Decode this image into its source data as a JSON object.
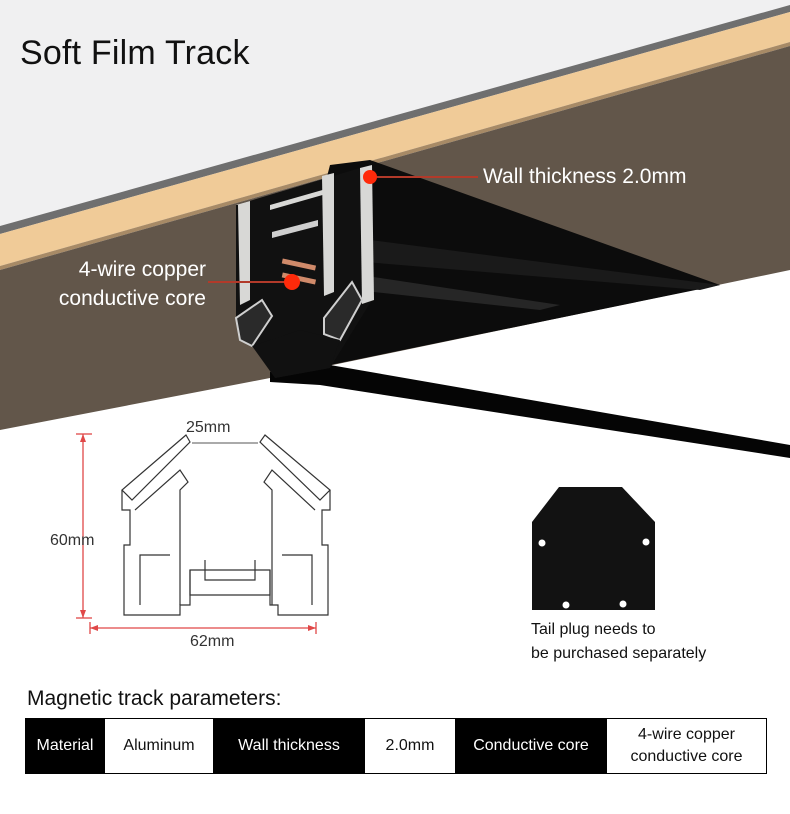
{
  "title": "Soft Film Track",
  "callouts": {
    "wall": "Wall thickness 2.0mm",
    "core_line1": "4-wire copper",
    "core_line2": "conductive core"
  },
  "dimensions": {
    "top_opening": "25mm",
    "height": "60mm",
    "width": "62mm"
  },
  "tail_plug": {
    "note_line1": "Tail plug needs to",
    "note_line2": "be purchased separately"
  },
  "parameters": {
    "heading": "Magnetic track parameters:",
    "rows": [
      {
        "key": "Material",
        "value": "Aluminum"
      },
      {
        "key": "Wall thickness",
        "value": "2.0mm"
      },
      {
        "key": "Conductive core",
        "value_line1": "4-wire copper",
        "value_line2": "conductive core"
      }
    ]
  },
  "colors": {
    "accent_dot": "#ff2a0a",
    "wood": "#f0cb98",
    "ceiling_brown": "#62564a",
    "track_black": "#0b0b0b",
    "dimension_red": "#e04848"
  }
}
